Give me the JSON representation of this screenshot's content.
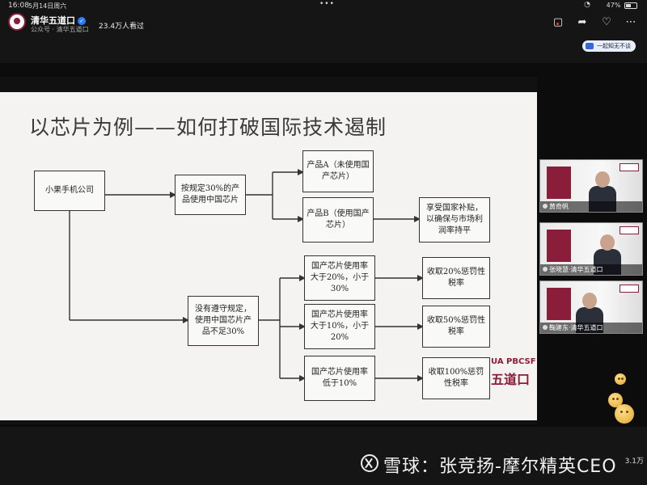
{
  "status_bar": {
    "time": "16:08",
    "date": "5月14日周六",
    "battery": "47%"
  },
  "channel": {
    "name": "清华五道口",
    "subtitle": "公众号 · 清华五道口",
    "views": "23.4万人看过",
    "watch_together": "一起知无不谈"
  },
  "header_icons": [
    "live-icon",
    "share-icon",
    "like-icon",
    "more-icon"
  ],
  "slide": {
    "title": "以芯片为例——如何打破国际技术遏制",
    "nodes": {
      "company": "小果手机公司",
      "comply": "按规定30%的产品使用中国芯片",
      "productA": "产品A（未使用国产芯片）",
      "productB": "产品B（使用国产芯片）",
      "subsidy": "享受国家补贴，以确保与市场利润率持平",
      "noncomply": "没有遵守规定，使用中国芯片产品不足30%",
      "case1": "国产芯片使用率大于20%，小于30%",
      "case2": "国产芯片使用率大于10%，小于20%",
      "case3": "国产芯片使用率低于10%",
      "tax1": "收取20%惩罚性税率",
      "tax2": "收取50%惩罚性税率",
      "tax3": "收取100%惩罚性税率"
    },
    "logo_line1": "UA PBCSF",
    "logo_line2": "五道口"
  },
  "participants": [
    {
      "name": "黄奇帆"
    },
    {
      "name": "张晓慧·清华五道口"
    },
    {
      "name": "鞠建东·清华五道口"
    }
  ],
  "watermark": "雪球：张竞扬-摩尔精英CEO",
  "like_count": "3.1万",
  "colors": {
    "accent": "#8a1e3a",
    "background": "#151515",
    "slide_bg": "#f4f3f1"
  }
}
